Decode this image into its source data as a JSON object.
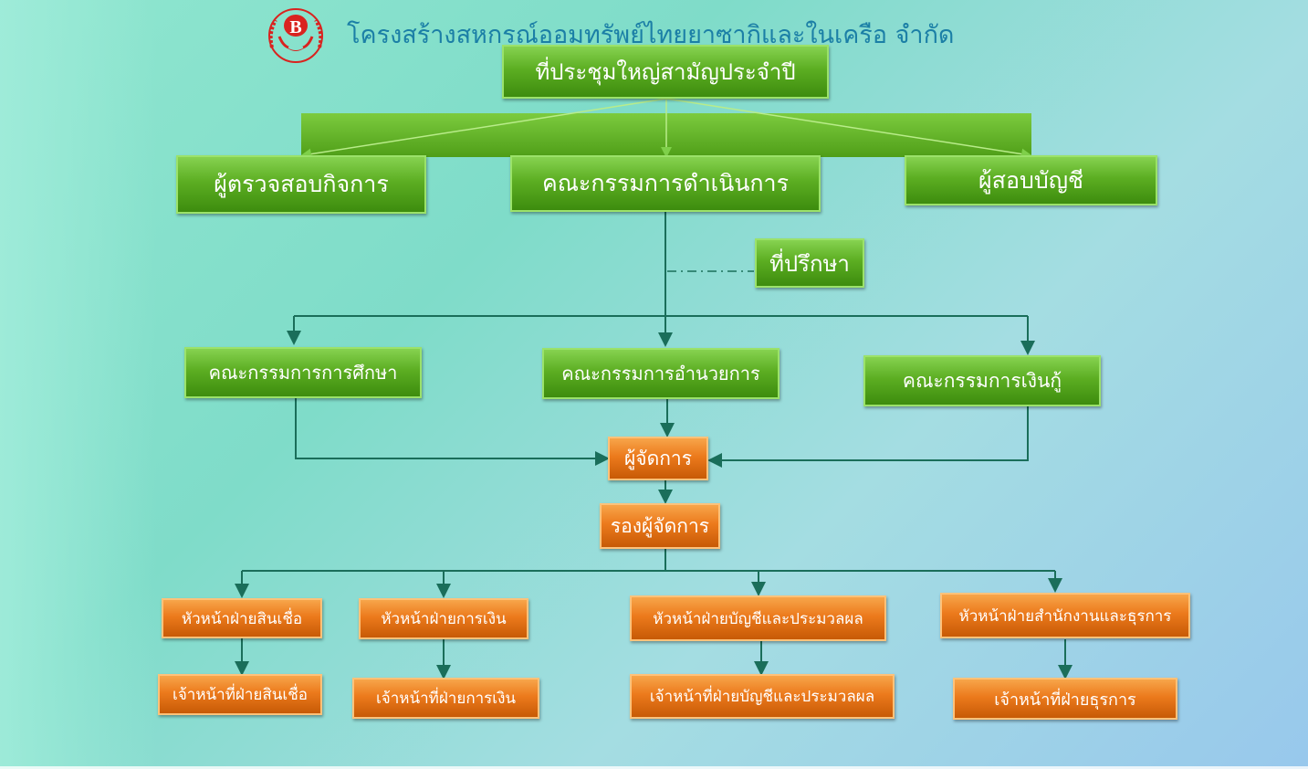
{
  "title": "โครงสร้างสหกรณ์ออมทรัพย์ไทยยาซากิและในเครือ จำกัด",
  "logo": {
    "letter": "B",
    "ring_text": "สหกรณ์ออมทรัพย์ไทยยาซากิและในเครือ จำกัด"
  },
  "nodes": {
    "general_meeting": "ที่ประชุมใหญ่สามัญประจำปี",
    "inspector": "ผู้ตรวจสอบกิจการ",
    "board": "คณะกรรมการดำเนินการ",
    "auditor": "ผู้สอบบัญชี",
    "advisor": "ที่ปรึกษา",
    "education_committee": "คณะกรรมการการศึกษา",
    "admin_committee": "คณะกรรมการอำนวยการ",
    "loan_committee": "คณะกรรมการเงินกู้",
    "manager": "ผู้จัดการ",
    "deputy_manager": "รองผู้จัดการ",
    "head_credit": "หัวหน้าฝ่ายสินเชื่อ",
    "head_finance": "หัวหน้าฝ่ายการเงิน",
    "head_accounting": "หัวหน้าฝ่ายบัญชีและประมวลผล",
    "head_office": "หัวหน้าฝ่ายสำนักงานและธุรการ",
    "staff_credit": "เจ้าหน้าที่ฝ่ายสินเชื่อ",
    "staff_finance": "เจ้าหน้าที่ฝ่ายการเงิน",
    "staff_accounting": "เจ้าหน้าที่ฝ่ายบัญชีและประมวลผล",
    "staff_office": "เจ้าหน้าที่ฝ่ายธุรการ"
  },
  "colors": {
    "title": "#1b7fa6",
    "green_box": "#4f9e18",
    "orange_box": "#ec7a1c",
    "connector": "#1a6e5a",
    "logo_red": "#d9231f"
  }
}
